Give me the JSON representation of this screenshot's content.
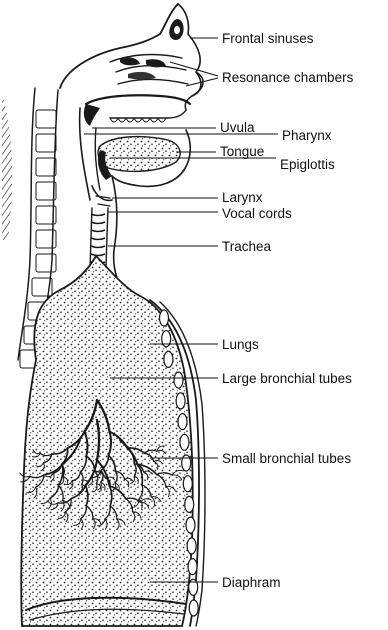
{
  "labels": {
    "frontal_sinuses": "Frontal sinuses",
    "resonance_chambers": "Resonance chambers",
    "uvula": "Uvula",
    "pharynx": "Pharynx",
    "tongue": "Tongue",
    "epiglottis": "Epiglottis",
    "larynx": "Larynx",
    "vocal_cords": "Vocal cords",
    "trachea": "Trachea",
    "lungs": "Lungs",
    "large_bronchial_tubes": "Large bronchial tubes",
    "small_bronchial_tubes": "Small bronchial tubes",
    "diaphram": "Diaphram"
  },
  "colors": {
    "ink": "#1a1a1a",
    "background": "#ffffff",
    "stipple": "#2a2a2a"
  }
}
